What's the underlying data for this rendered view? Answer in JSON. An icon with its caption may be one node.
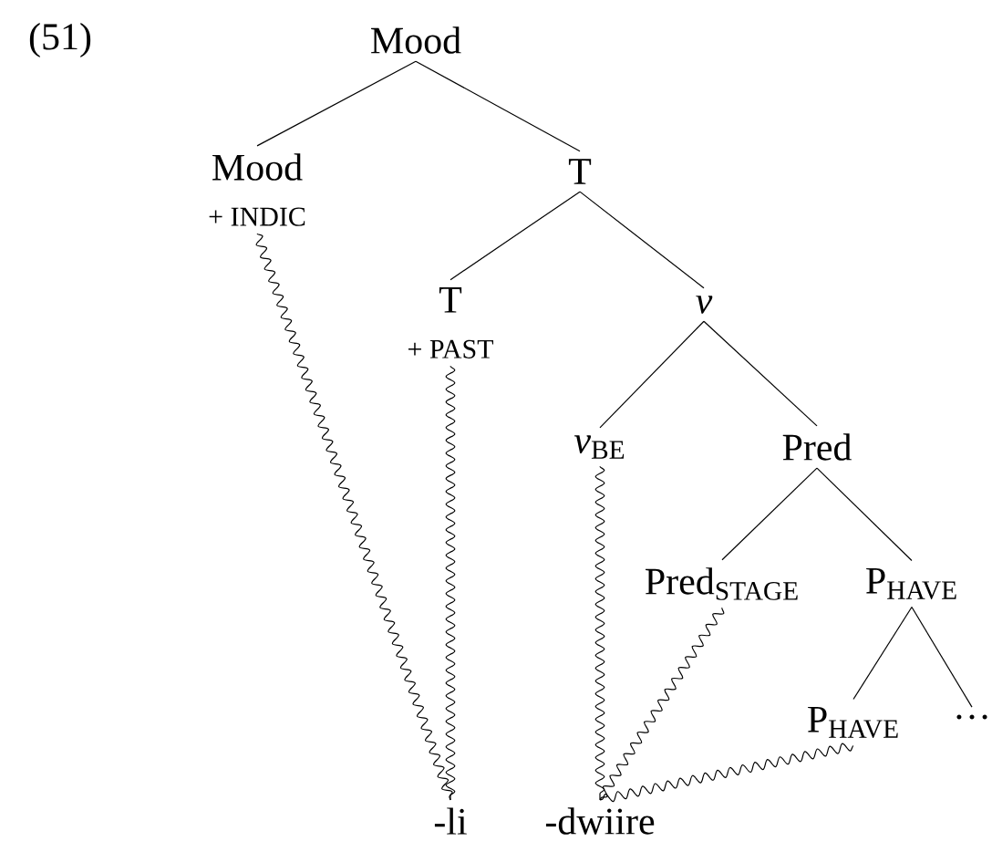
{
  "diagram": {
    "nodes": [
      {
        "text": [
          "Mood"
        ]
      },
      {
        "text": [
          "Mood",
          "+ INDIC"
        ]
      },
      {
        "text": [
          "T"
        ]
      },
      {
        "text": [
          "T",
          "+ PAST"
        ]
      },
      {
        "text": [
          "v"
        ]
      },
      {
        "text": [
          "*v*$_{BE}$"
        ]
      },
      {
        "text": [
          "Pred"
        ]
      },
      {
        "text": [
          "Pred$_{STAGE}$"
        ]
      },
      {
        "text": [
          "P$_{HAVE}$"
        ]
      },
      {
        "text": [
          "P$_{HAVE}$"
        ]
      },
      {
        "text": [
          "…"
        ]
      },
      {
        "text": [
          "-li"
        ]
      },
      {
        "text": [
          "-dwiire"
        ]
      }
    ],
    "edges": [
      {
        "from": 0,
        "to": 1,
        "arrow": "none"
      },
      {
        "from": 0,
        "to": 2,
        "arrow": "none"
      },
      {
        "from": 2,
        "to": 3,
        "arrow": "none"
      },
      {
        "from": 2,
        "to": 4,
        "arrow": "none"
      },
      {
        "from": 4,
        "to": 5,
        "arrow": "none"
      },
      {
        "from": 4,
        "to": 6,
        "arrow": "none"
      },
      {
        "from": 6,
        "to": 7,
        "arrow": "none"
      },
      {
        "from": 6,
        "to": 8,
        "arrow": "none"
      },
      {
        "from": 8,
        "to": 9,
        "arrow": "none"
      },
      {
        "from": 8,
        "to": 10,
        "arrow": "none"
      },
      {
        "from": 1,
        "to": 11,
        "arrow": "none"
      },
      {
        "from": 3,
        "to": 11,
        "arrow": "none"
      },
      {
        "from": 5,
        "to": 12,
        "arrow": "none"
      },
      {
        "from": 7,
        "to": 12,
        "arrow": "none"
      },
      {
        "from": 9,
        "to": 12,
        "arrow": "none"
      }
    ],
    "labels": [
      "(51)"
    ]
  }
}
